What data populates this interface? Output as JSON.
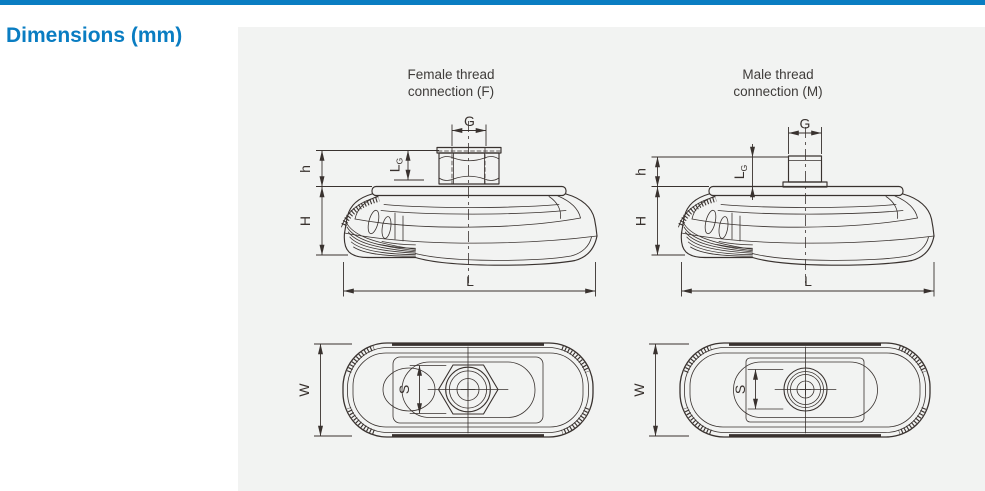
{
  "page": {
    "title": "Dimensions (mm)"
  },
  "colors": {
    "accent": "#0a7dc2",
    "panel": "#f2f3f2",
    "line": "#39322f",
    "text": "#3f3c3a"
  },
  "female": {
    "caption_line1": "Female thread",
    "caption_line2": "connection (F)",
    "labels": {
      "thread": "G",
      "thread_len_main": "L",
      "thread_len_sub": "G",
      "nut_height": "h",
      "height": "H",
      "length": "L",
      "width": "W",
      "wrench": "S"
    }
  },
  "male": {
    "caption_line1": "Male thread",
    "caption_line2": "connection (M)",
    "labels": {
      "thread": "G",
      "thread_len_main": "L",
      "thread_len_sub": "G",
      "stud_height": "h",
      "height": "H",
      "length": "L",
      "width": "W",
      "wrench": "S"
    }
  }
}
